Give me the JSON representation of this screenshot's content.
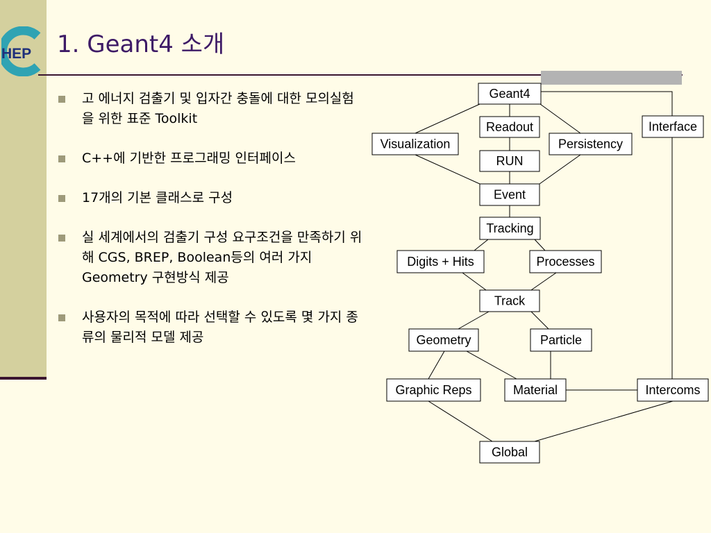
{
  "title": "1. Geant4 소개",
  "logo_text": "HEP",
  "bullets": [
    "고 에너지 검출기 및 입자간 충돌에 대한 모의실험을 위한 표준 Toolkit",
    "C++에 기반한 프로그래밍 인터페이스",
    "17개의 기본 클래스로 구성",
    "실 세계에서의 검출기 구성 요구조건을 만족하기 위해 CGS, BREP, Boolean등의 여러 가지 Geometry 구현방식 제공",
    "사용자의 목적에 따라 선택할 수 있도록 몇 가지 종류의 물리적 모델 제공"
  ],
  "diagram": {
    "nodes": [
      {
        "id": "geant4",
        "label": "Geant4"
      },
      {
        "id": "readout",
        "label": "Readout"
      },
      {
        "id": "run",
        "label": "RUN"
      },
      {
        "id": "visualization",
        "label": "Visualization"
      },
      {
        "id": "persistency",
        "label": "Persistency"
      },
      {
        "id": "interface",
        "label": "Interface"
      },
      {
        "id": "event",
        "label": "Event"
      },
      {
        "id": "tracking",
        "label": "Tracking"
      },
      {
        "id": "digits-hits",
        "label": "Digits + Hits"
      },
      {
        "id": "processes",
        "label": "Processes"
      },
      {
        "id": "track",
        "label": "Track"
      },
      {
        "id": "geometry",
        "label": "Geometry"
      },
      {
        "id": "particle",
        "label": "Particle"
      },
      {
        "id": "graphic-reps",
        "label": "Graphic Reps"
      },
      {
        "id": "material",
        "label": "Material"
      },
      {
        "id": "intercoms",
        "label": "Intercoms"
      },
      {
        "id": "global",
        "label": "Global"
      }
    ],
    "edges": [
      [
        "geant4",
        "visualization"
      ],
      [
        "geant4",
        "readout"
      ],
      [
        "geant4",
        "persistency"
      ],
      [
        "geant4",
        "interface"
      ],
      [
        "readout",
        "run"
      ],
      [
        "run",
        "event"
      ],
      [
        "visualization",
        "event"
      ],
      [
        "persistency",
        "event"
      ],
      [
        "event",
        "tracking"
      ],
      [
        "tracking",
        "digits-hits"
      ],
      [
        "tracking",
        "processes"
      ],
      [
        "digits-hits",
        "track"
      ],
      [
        "processes",
        "track"
      ],
      [
        "track",
        "geometry"
      ],
      [
        "track",
        "particle"
      ],
      [
        "geometry",
        "graphic-reps"
      ],
      [
        "geometry",
        "material"
      ],
      [
        "particle",
        "material"
      ],
      [
        "material",
        "intercoms"
      ],
      [
        "interface",
        "intercoms"
      ],
      [
        "graphic-reps",
        "global"
      ],
      [
        "intercoms",
        "global"
      ]
    ]
  }
}
